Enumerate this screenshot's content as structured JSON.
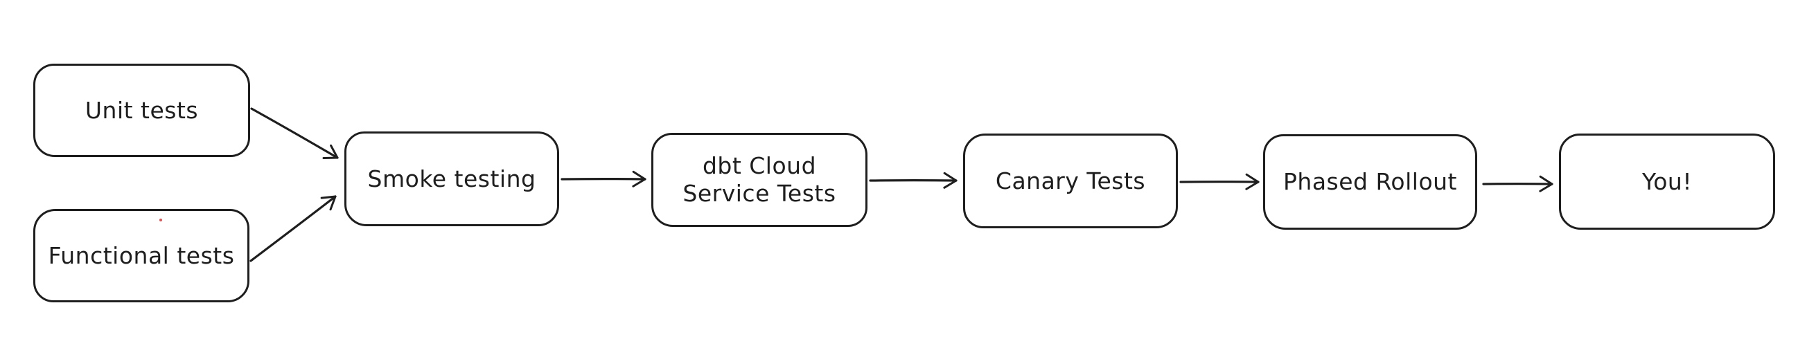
{
  "diagram": {
    "type": "flowchart",
    "style": "hand-drawn",
    "background_color": "#ffffff",
    "stroke_color": "#1e1e1e",
    "node_fill_color": "#ffffff",
    "stray_dot_color": "#e03131",
    "nodes": [
      {
        "id": "unit-tests",
        "label": "Unit tests"
      },
      {
        "id": "functional-tests",
        "label": "Functional tests"
      },
      {
        "id": "smoke-testing",
        "label": "Smoke testing"
      },
      {
        "id": "dbt-cloud-service-tests",
        "label": "dbt Cloud\nService Tests"
      },
      {
        "id": "canary-tests",
        "label": "Canary Tests"
      },
      {
        "id": "phased-rollout",
        "label": "Phased Rollout"
      },
      {
        "id": "you",
        "label": "You!"
      }
    ],
    "edges": [
      {
        "from": "unit-tests",
        "to": "smoke-testing"
      },
      {
        "from": "functional-tests",
        "to": "smoke-testing"
      },
      {
        "from": "smoke-testing",
        "to": "dbt-cloud-service-tests"
      },
      {
        "from": "dbt-cloud-service-tests",
        "to": "canary-tests"
      },
      {
        "from": "canary-tests",
        "to": "phased-rollout"
      },
      {
        "from": "phased-rollout",
        "to": "you"
      }
    ]
  }
}
